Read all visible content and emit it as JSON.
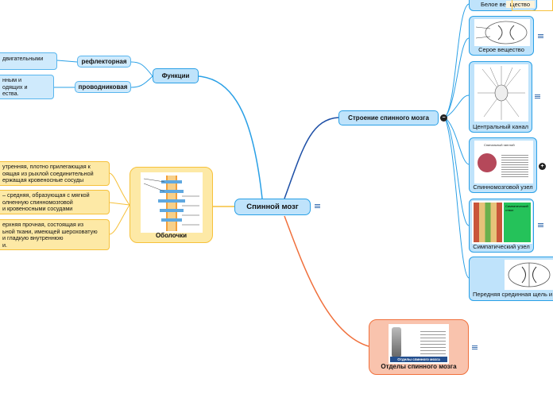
{
  "central": {
    "label": "Спинной мозг"
  },
  "functions": {
    "label": "Функции",
    "reflex": {
      "label": "рефлекторная",
      "text": "двигательными"
    },
    "conduct": {
      "label": "проводниковая",
      "text_lines": [
        "нным и",
        "одящих и",
        "ества."
      ]
    }
  },
  "membranes": {
    "label": "Оболочки",
    "items": [
      {
        "lines": [
          "утренняя, плотно прилегающая к",
          "оящая из рыхлой соединительной",
          "ержащая кровеносные сосуды"
        ]
      },
      {
        "lines": [
          "– средняя, образующая с мягкой",
          "олненную спинномозговой",
          "и кровеносными сосудами"
        ]
      },
      {
        "lines": [
          "ерхняя прочная, состоящая из",
          "ьной ткани, имеющей шероховатую",
          "и гладкую внутреннюю",
          "и."
        ]
      }
    ]
  },
  "structure": {
    "label": "Строение спинного мозга",
    "children": [
      {
        "caption": "Белое вещество",
        "overlay": "щество"
      },
      {
        "caption": "Серое вещество"
      },
      {
        "caption": "Центральный канал"
      },
      {
        "caption": "Спинномозговой узел",
        "inner_title": "Спинальный ганглий"
      },
      {
        "caption": "Симпатический узел",
        "inner_title": "Симпатический ствол"
      },
      {
        "caption": "Передняя срединная щель и задняя"
      }
    ]
  },
  "sections": {
    "label": "Отделы спинного мозга",
    "inner_title": "Отделы спинного мозга"
  },
  "colors": {
    "blue_line": "#2aa0e6",
    "navy_line": "#1d4fa6",
    "orange_line": "#f0703c",
    "yellow_line": "#f6c13b",
    "blue_fill": "#bfe3fb",
    "yellow_fill": "#fde9a6",
    "salmon_fill": "#f9c3ad"
  }
}
